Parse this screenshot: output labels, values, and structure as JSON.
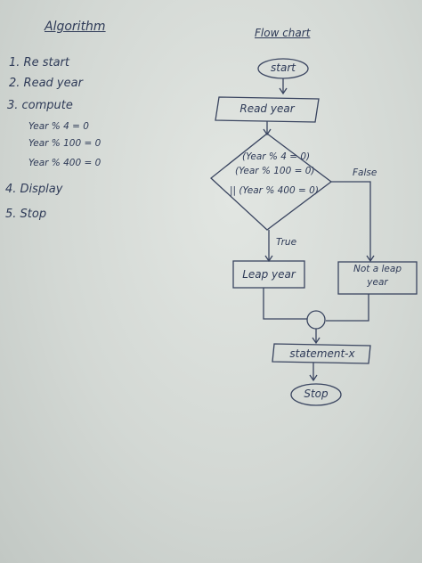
{
  "algorithm": {
    "title": "Algorithm",
    "steps": [
      "1. Re start",
      "2. Read year",
      "3. compute"
    ],
    "conditions": [
      "Year % 4 = 0",
      "Year % 100 = 0",
      "Year % 400 = 0"
    ],
    "step4": "4. Display",
    "step5": "5. Stop"
  },
  "flowchart": {
    "title": "Flow chart",
    "start": "start",
    "read": "Read year",
    "decision": [
      "(Year % 4 = 0)",
      "(Year % 100 = 0)",
      "|| (Year % 400 = 0)"
    ],
    "true_label": "True",
    "false_label": "False",
    "leap": "Leap year",
    "not_leap": [
      "Not a leap",
      "year"
    ],
    "statement": "statement-x",
    "stop": "Stop"
  }
}
